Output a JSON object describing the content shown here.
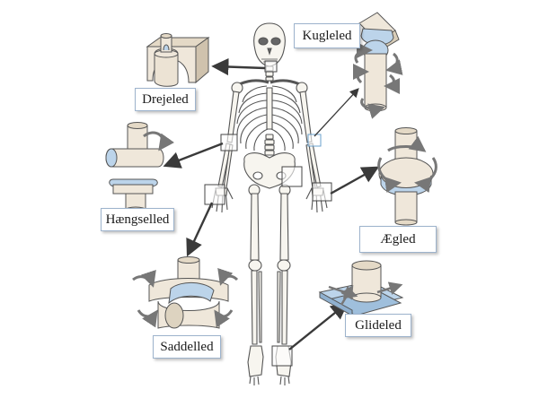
{
  "labels": {
    "drejeled": "Drejeled",
    "kugleled": "Kugleled",
    "haengselled": "Hængselled",
    "aegled": "Ægled",
    "saddelled": "Saddelled",
    "glideled": "Glideled"
  },
  "colors": {
    "bone": "#f7f5ef",
    "bone_outline": "#555555",
    "joint_block": "#efe7da",
    "joint_shadow": "#cfc2ad",
    "cartilage": "#bcd4ea",
    "arrow": "#3a3a3a",
    "label_border": "#9db3cc"
  }
}
